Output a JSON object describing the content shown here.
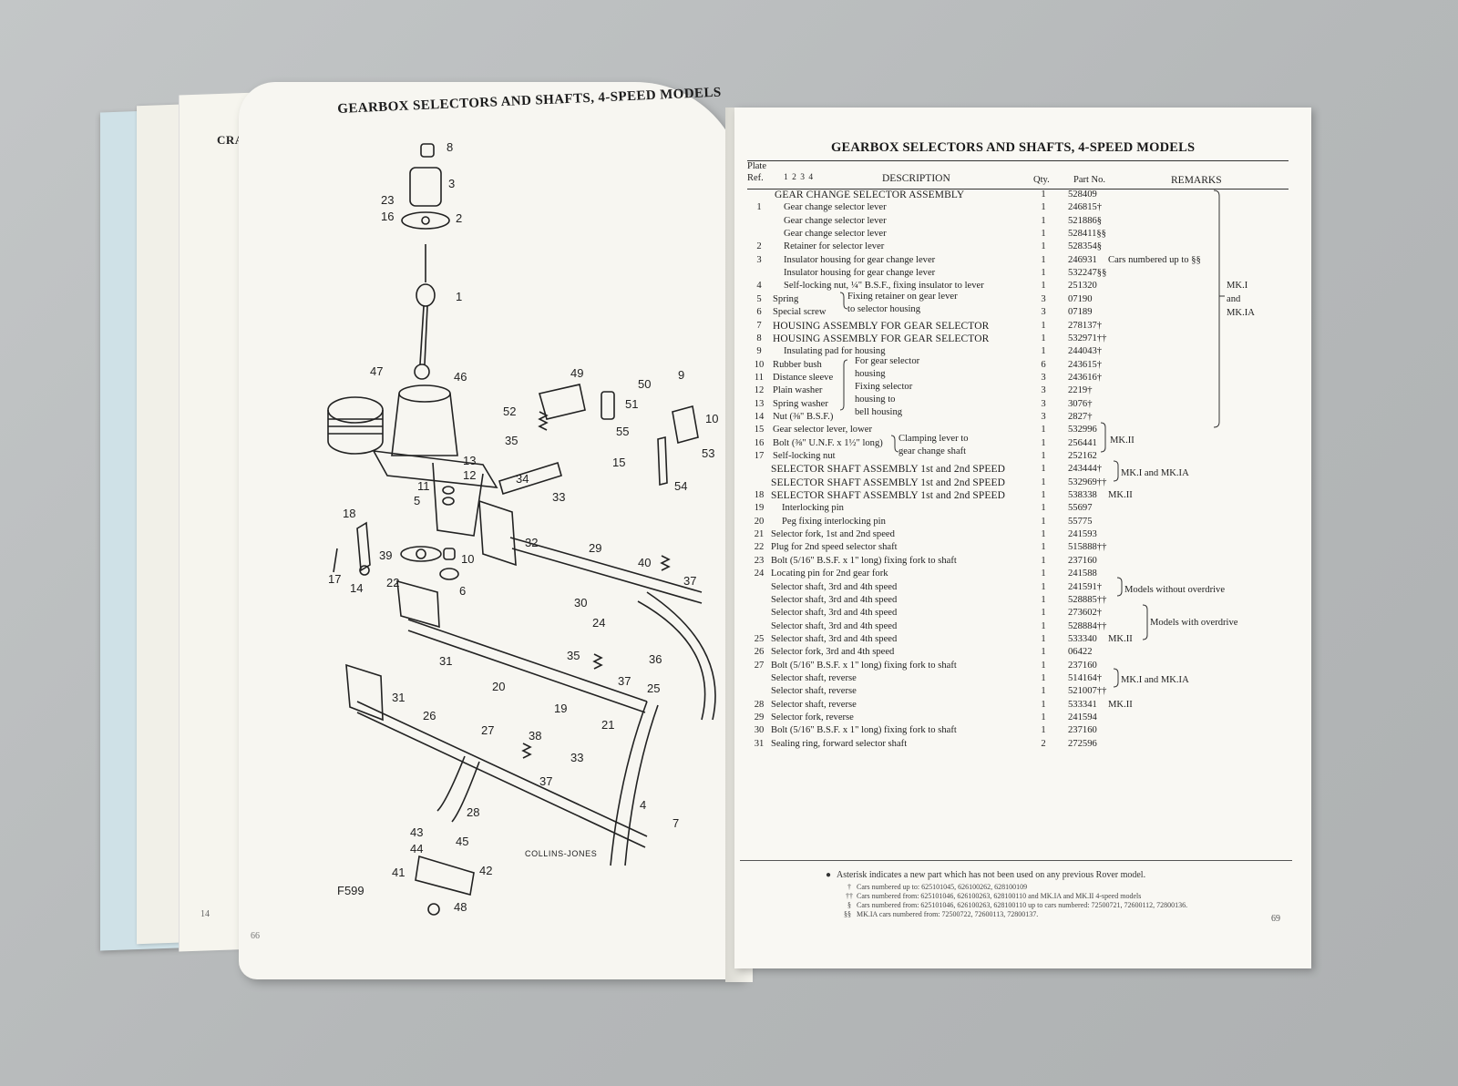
{
  "back_page": {
    "title": "CRA",
    "page_number": "14"
  },
  "left_page": {
    "title": "GEARBOX SELECTORS AND SHAFTS, 4-SPEED MODELS",
    "page_number": "66",
    "drawing_code": "F599",
    "illustrator": "COLLINS-JONES",
    "callouts": [
      "1",
      "2",
      "3",
      "4",
      "5",
      "6",
      "7",
      "8",
      "9",
      "10",
      "10",
      "11",
      "12",
      "13",
      "14",
      "15",
      "16",
      "17",
      "18",
      "19",
      "20",
      "21",
      "22",
      "23",
      "24",
      "25",
      "26",
      "27",
      "28",
      "29",
      "30",
      "31",
      "31",
      "32",
      "33",
      "33",
      "34",
      "35",
      "35",
      "36",
      "37",
      "37",
      "37",
      "38",
      "39",
      "40",
      "41",
      "42",
      "43",
      "44",
      "45",
      "46",
      "47",
      "48",
      "49",
      "50",
      "51",
      "52",
      "53",
      "54",
      "55"
    ]
  },
  "right_page": {
    "title": "GEARBOX SELECTORS AND SHAFTS, 4-SPEED MODELS",
    "page_number": "69",
    "headers": {
      "plate": "Plate",
      "ref": "Ref.",
      "cols": "1 2 3 4",
      "description": "DESCRIPTION",
      "qty": "Qty.",
      "part_no": "Part No.",
      "remarks": "REMARKS"
    },
    "rows": [
      {
        "ref": "",
        "desc": "GEAR CHANGE SELECTOR ASSEMBLY",
        "qty": "1",
        "part": "528409",
        "remark": "",
        "caps": true,
        "indent": 4
      },
      {
        "ref": "1",
        "desc": "Gear change selector lever",
        "qty": "1",
        "part": "246815†",
        "remark": "",
        "indent": 14
      },
      {
        "ref": "",
        "desc": "Gear change selector lever",
        "qty": "1",
        "part": "521886§",
        "remark": "",
        "indent": 14
      },
      {
        "ref": "",
        "desc": "Gear change selector lever",
        "qty": "1",
        "part": "528411§§",
        "remark": "",
        "indent": 14
      },
      {
        "ref": "2",
        "desc": "Retainer for selector lever",
        "qty": "1",
        "part": "528354§",
        "remark": "",
        "indent": 14
      },
      {
        "ref": "3",
        "desc": "Insulator housing for gear change lever",
        "qty": "1",
        "part": "246931",
        "remark": "Cars numbered up to §§",
        "indent": 14
      },
      {
        "ref": "",
        "desc": "Insulator housing for gear change lever",
        "qty": "1",
        "part": "532247§§",
        "remark": "",
        "indent": 14
      },
      {
        "ref": "4",
        "desc": "Self-locking nut, ¼\" B.S.F., fixing insulator to lever",
        "qty": "1",
        "part": "251320",
        "remark": "",
        "indent": 14
      },
      {
        "ref": "5",
        "desc": "Spring",
        "qty": "3",
        "part": "07190",
        "remark": "",
        "indent": 2
      },
      {
        "ref": "6",
        "desc": "Special screw",
        "qty": "3",
        "part": "07189",
        "remark": "",
        "indent": 2
      },
      {
        "ref": "7",
        "desc": "HOUSING ASSEMBLY FOR GEAR SELECTOR",
        "qty": "1",
        "part": "278137†",
        "remark": "",
        "caps": true,
        "indent": 2
      },
      {
        "ref": "8",
        "desc": "HOUSING ASSEMBLY FOR GEAR SELECTOR",
        "qty": "1",
        "part": "532971††",
        "remark": "",
        "caps": true,
        "indent": 2
      },
      {
        "ref": "9",
        "desc": "Insulating pad for housing",
        "qty": "1",
        "part": "244043†",
        "remark": "",
        "indent": 14
      },
      {
        "ref": "10",
        "desc": "Rubber bush",
        "qty": "6",
        "part": "243615†",
        "remark": "",
        "indent": 2
      },
      {
        "ref": "11",
        "desc": "Distance sleeve",
        "qty": "3",
        "part": "243616†",
        "remark": "",
        "indent": 2
      },
      {
        "ref": "12",
        "desc": "Plain washer",
        "qty": "3",
        "part": "2219†",
        "remark": "",
        "indent": 2
      },
      {
        "ref": "13",
        "desc": "Spring washer",
        "qty": "3",
        "part": "3076†",
        "remark": "",
        "indent": 2
      },
      {
        "ref": "14",
        "desc": "Nut (⅜\" B.S.F.)",
        "qty": "3",
        "part": "2827†",
        "remark": "",
        "indent": 2
      },
      {
        "ref": "15",
        "desc": "Gear selector lever, lower",
        "qty": "1",
        "part": "532996",
        "remark": "",
        "indent": 2
      },
      {
        "ref": "16",
        "desc": "Bolt (⅜\" U.N.F. x 1½\" long)",
        "qty": "1",
        "part": "256441",
        "remark": "",
        "indent": 2
      },
      {
        "ref": "17",
        "desc": "Self-locking nut",
        "qty": "1",
        "part": "252162",
        "remark": "",
        "indent": 2
      },
      {
        "ref": "",
        "desc": "SELECTOR SHAFT ASSEMBLY 1st and 2nd SPEED",
        "qty": "1",
        "part": "243444†",
        "remark": "",
        "caps": true,
        "indent": 0
      },
      {
        "ref": "",
        "desc": "SELECTOR SHAFT ASSEMBLY 1st and 2nd SPEED",
        "qty": "1",
        "part": "532969††",
        "remark": "",
        "caps": true,
        "indent": 0
      },
      {
        "ref": "18",
        "desc": "SELECTOR SHAFT ASSEMBLY 1st and 2nd SPEED",
        "qty": "1",
        "part": "538338",
        "remark": "MK.II",
        "caps": true,
        "indent": 0
      },
      {
        "ref": "19",
        "desc": "Interlocking pin",
        "qty": "1",
        "part": "55697",
        "remark": "",
        "indent": 12
      },
      {
        "ref": "20",
        "desc": "Peg fixing interlocking pin",
        "qty": "1",
        "part": "55775",
        "remark": "",
        "indent": 12
      },
      {
        "ref": "21",
        "desc": "Selector fork, 1st and 2nd speed",
        "qty": "1",
        "part": "241593",
        "remark": "",
        "indent": 0
      },
      {
        "ref": "22",
        "desc": "Plug for 2nd speed selector shaft",
        "qty": "1",
        "part": "515888††",
        "remark": "",
        "indent": 0
      },
      {
        "ref": "23",
        "desc": "Bolt (5/16\" B.S.F. x 1\" long) fixing fork to shaft",
        "qty": "1",
        "part": "237160",
        "remark": "",
        "indent": 0
      },
      {
        "ref": "24",
        "desc": "Locating pin for 2nd gear fork",
        "qty": "1",
        "part": "241588",
        "remark": "",
        "indent": 0
      },
      {
        "ref": "",
        "desc": "Selector shaft, 3rd and 4th speed",
        "qty": "1",
        "part": "241591†",
        "remark": "",
        "indent": 0
      },
      {
        "ref": "",
        "desc": "Selector shaft, 3rd and 4th speed",
        "qty": "1",
        "part": "528885††",
        "remark": "",
        "indent": 0
      },
      {
        "ref": "",
        "desc": "Selector shaft, 3rd and 4th speed",
        "qty": "1",
        "part": "273602†",
        "remark": "",
        "indent": 0
      },
      {
        "ref": "",
        "desc": "Selector shaft, 3rd and 4th speed",
        "qty": "1",
        "part": "528884††",
        "remark": "",
        "indent": 0
      },
      {
        "ref": "25",
        "desc": "Selector shaft, 3rd and 4th speed",
        "qty": "1",
        "part": "533340",
        "remark": "MK.II",
        "indent": 0
      },
      {
        "ref": "26",
        "desc": "Selector fork, 3rd and 4th speed",
        "qty": "1",
        "part": "06422",
        "remark": "",
        "indent": 0
      },
      {
        "ref": "27",
        "desc": "Bolt (5/16\" B.S.F. x 1\" long) fixing fork to shaft",
        "qty": "1",
        "part": "237160",
        "remark": "",
        "indent": 0
      },
      {
        "ref": "",
        "desc": "Selector shaft, reverse",
        "qty": "1",
        "part": "514164†",
        "remark": "",
        "indent": 0
      },
      {
        "ref": "",
        "desc": "Selector shaft, reverse",
        "qty": "1",
        "part": "521007††",
        "remark": "",
        "indent": 0
      },
      {
        "ref": "28",
        "desc": "Selector shaft, reverse",
        "qty": "1",
        "part": "533341",
        "remark": "MK.II",
        "indent": 0
      },
      {
        "ref": "29",
        "desc": "Selector fork, reverse",
        "qty": "1",
        "part": "241594",
        "remark": "",
        "indent": 0
      },
      {
        "ref": "30",
        "desc": "Bolt (5/16\" B.S.F. x 1\" long) fixing fork to shaft",
        "qty": "1",
        "part": "237160",
        "remark": "",
        "indent": 0
      },
      {
        "ref": "31",
        "desc": "Sealing ring, forward selector shaft",
        "qty": "2",
        "part": "272596",
        "remark": "",
        "indent": 0
      }
    ],
    "bracket_notes": {
      "fixing_retainer": "Fixing retainer on gear lever",
      "to_selector_housing": "to selector housing",
      "for_gear_selector": "For gear selector",
      "housing": "housing",
      "fixing_selector": "Fixing selector",
      "housing_to": "housing to",
      "bell_housing": "bell housing",
      "clamping_lever_to": "Clamping lever to",
      "gear_change_shaft": "gear change shaft",
      "mk1_line1": "MK.I",
      "mk1_line2": "and",
      "mk1_line3": "MK.IA",
      "mk2_a": "MK.II",
      "mk1_and_mk1a_a": "MK.I and MK.IA",
      "without_overdrive": "Models without overdrive",
      "with_overdrive": "Models with overdrive",
      "mk2_b": "MK.II",
      "mk1_and_mk1a_b": "MK.I and MK.IA"
    },
    "footnotes": {
      "asterisk": "Asterisk indicates a new part which has not been used on any previous Rover model.",
      "dagger": "Cars numbered up to:  625101045, 626100262, 628100109",
      "double_dagger": "Cars numbered from:  625101046, 626100263, 628100110 and MK.IA and MK.II 4-speed models",
      "section": "Cars numbered from:  625101046, 626100263, 628100110 up to cars numbered: 72500721, 72600112, 72800136.",
      "double_section": "MK.IA cars numbered from: 72500722, 72600113, 72800137."
    }
  }
}
